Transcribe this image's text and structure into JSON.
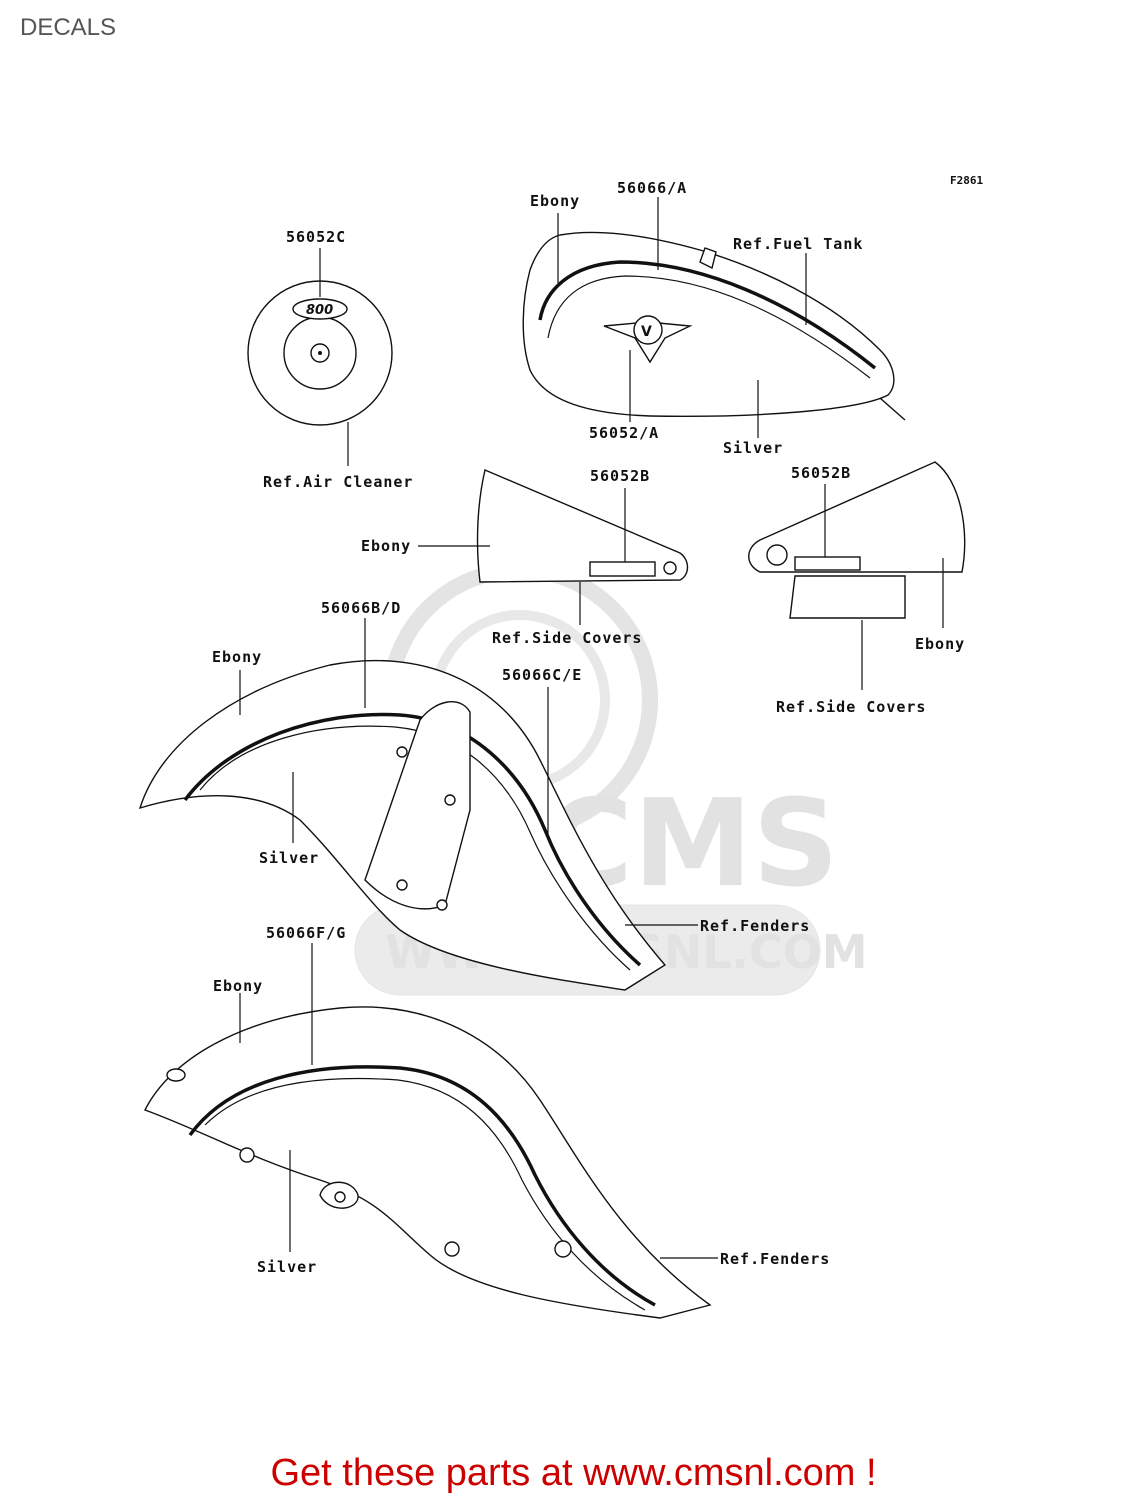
{
  "page": {
    "title": "DECALS"
  },
  "figure": {
    "code": "F2861"
  },
  "watermark": {
    "logo": "CMS",
    "url": "WWW.CMSNL.COM"
  },
  "labels": {
    "air_cleaner_part": "56052C",
    "air_cleaner_ref": "Ref.Air Cleaner",
    "air_cleaner_emblem": "800",
    "tank_ebony": "Ebony",
    "tank_part_stripe": "56066/A",
    "tank_ref": "Ref.Fuel Tank",
    "tank_part_emblem": "56052/A",
    "tank_silver": "Silver",
    "left_cover_part": "56052B",
    "left_cover_ebony": "Ebony",
    "left_cover_ref": "Ref.Side Covers",
    "right_cover_part": "56052B",
    "right_cover_ebony": "Ebony",
    "right_cover_ref": "Ref.Side Covers",
    "front_fender_part_b": "56066B/D",
    "front_fender_part_c": "56066C/E",
    "front_fender_ebony": "Ebony",
    "front_fender_silver": "Silver",
    "front_fender_ref": "Ref.Fenders",
    "rear_fender_part": "56066F/G",
    "rear_fender_ebony": "Ebony",
    "rear_fender_silver": "Silver",
    "rear_fender_ref": "Ref.Fenders"
  },
  "footer": {
    "promo": "Get these parts at www.cmsnl.com !",
    "promo_color": "#cc0000"
  }
}
